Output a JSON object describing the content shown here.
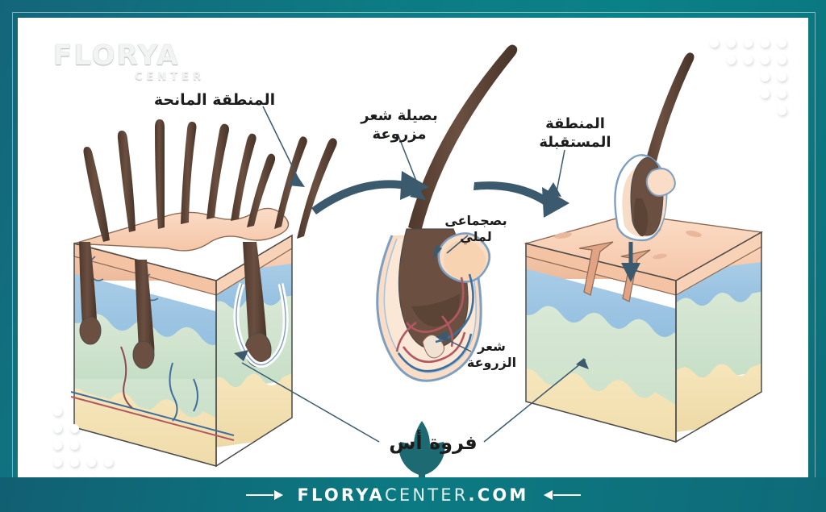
{
  "brand": {
    "logo_main": "FLORYA",
    "logo_sub": "CENTER",
    "footer_bold_1": "FLORYA",
    "footer_light": "CENTER",
    "footer_bold_2": ".COM",
    "frame_color": "#0c7a82",
    "footer_color": "#0f6a78"
  },
  "labels": {
    "donor_area": "المنطقة المانحة",
    "transplanted_follicle": "بصيلة شعر\nمزروعة",
    "recipient_area": "المنطقة\nالمستقبلة",
    "sebaceous_gland": "بصجماعى\nلملي",
    "transplanted_hair": "شعر\nالزروعة",
    "scalp": "فروة أس"
  },
  "diagram": {
    "type": "hair-transplant-cross-section",
    "blocks": [
      {
        "name": "donor-skin-block",
        "label_ref": "donor_area",
        "hairs": 9
      },
      {
        "name": "follicle-detail",
        "label_ref": "transplanted_follicle"
      },
      {
        "name": "recipient-skin-block",
        "label_ref": "recipient_area",
        "incisions": 2
      }
    ],
    "layers": [
      {
        "name": "epidermis",
        "color": "#f7cfb4"
      },
      {
        "name": "dermis",
        "color": "#95c2e0"
      },
      {
        "name": "subcutaneous",
        "color": "#cfe4cf"
      },
      {
        "name": "fat",
        "color": "#f3e1b4"
      }
    ],
    "colors": {
      "hair": "#5e4436",
      "arrow": "#3c5a6e",
      "vein_blue": "#3d6e9e",
      "artery_red": "#b2575f",
      "outline": "#4a4a4a",
      "gland": "#f7d8bd"
    },
    "arrows": [
      {
        "name": "donor-to-graft",
        "shape": "curved"
      },
      {
        "name": "graft-to-recipient",
        "shape": "curved"
      },
      {
        "name": "implant-down",
        "shape": "straight"
      }
    ]
  }
}
